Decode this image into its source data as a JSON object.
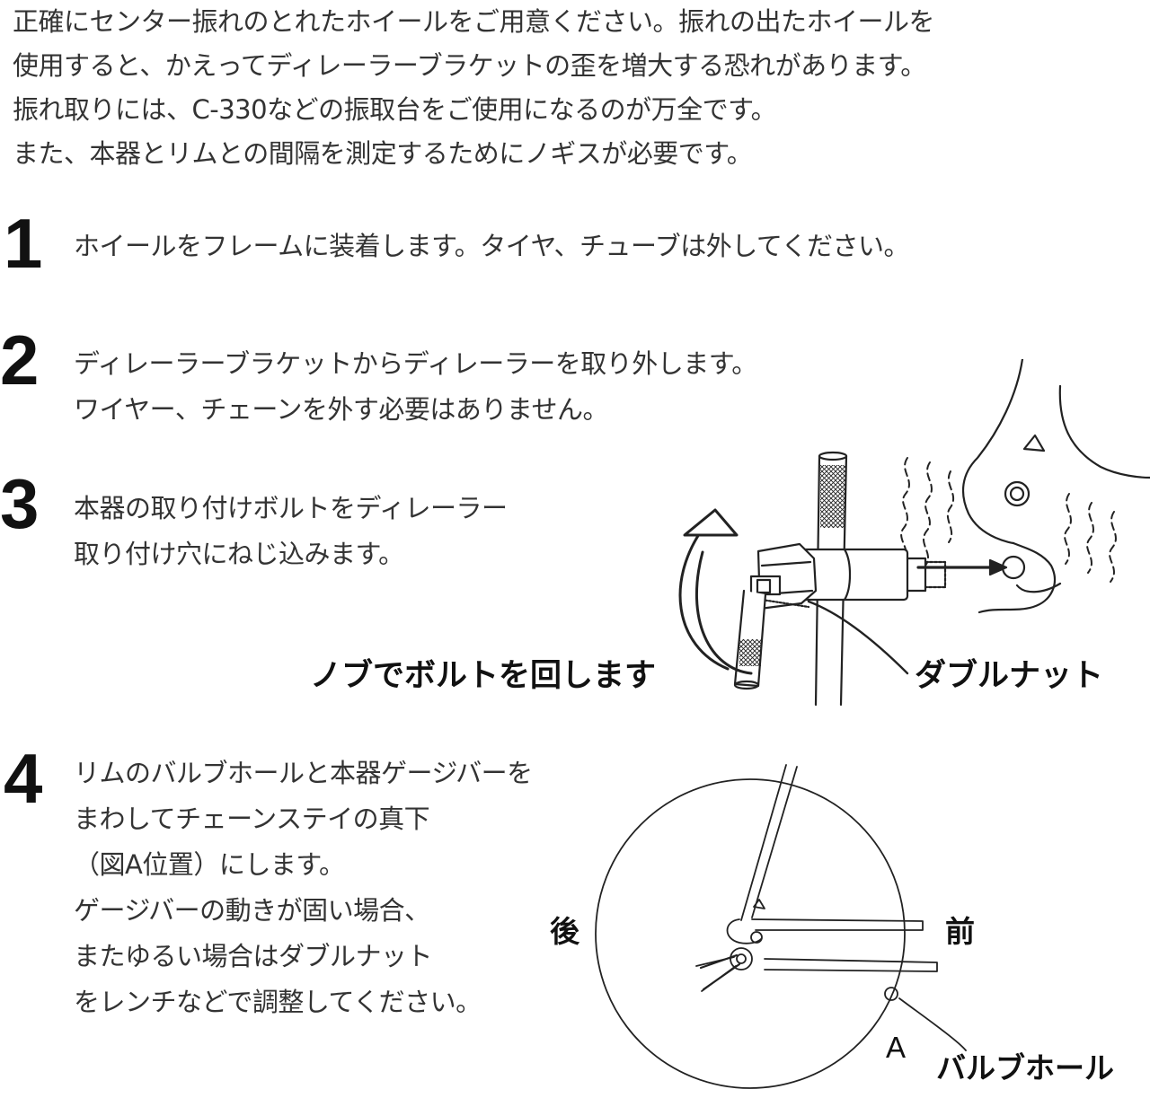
{
  "intro": [
    "正確にセンター振れのとれたホイールをご用意ください。振れの出たホイールを",
    "使用すると、かえってディレーラーブラケットの歪を増大する恐れがあります。",
    "振れ取りには、C-330などの振取台をご使用になるのが万全です。",
    "また、本器とリムとの間隔を測定するためにノギスが必要です。"
  ],
  "steps": [
    {
      "num": "1",
      "lines": [
        "ホイールをフレームに装着します。タイヤ、チューブは外してください。"
      ]
    },
    {
      "num": "2",
      "lines": [
        "ディレーラーブラケットからディレーラーを取り外します。",
        "ワイヤー、チェーンを外す必要はありません。"
      ]
    },
    {
      "num": "3",
      "lines": [
        "本器の取り付けボルトをディレーラー",
        "取り付け穴にねじ込みます。"
      ]
    },
    {
      "num": "4",
      "lines": [
        "リムのバルブホールと本器ゲージバーを",
        "まわしてチェーンステイの真下",
        "（図A位置）にします。",
        "ゲージバーの動きが固い場合、",
        "またゆるい場合はダブルナット",
        "をレンチなどで調整してください。"
      ]
    }
  ],
  "figure3": {
    "knob_label": "ノブでボルトを回します",
    "nut_label": "ダブルナット"
  },
  "figure4": {
    "rear_label": "後",
    "front_label": "前",
    "a_label": "A",
    "valve_label": "バルブホール"
  }
}
